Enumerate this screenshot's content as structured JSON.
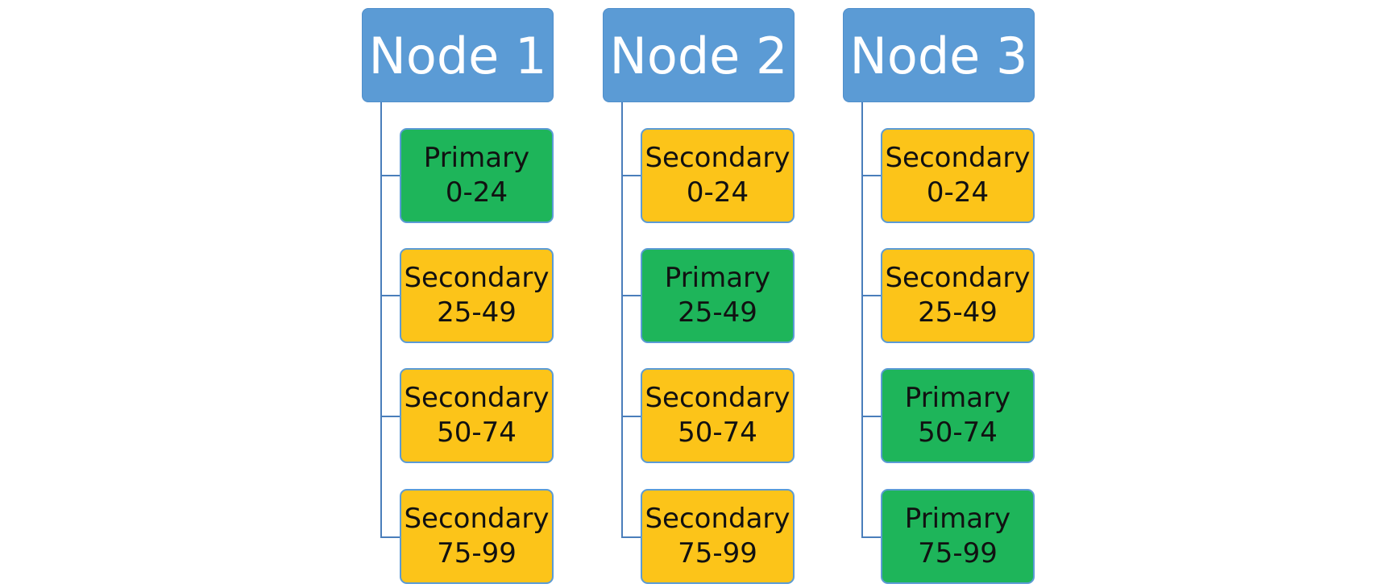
{
  "colors": {
    "header": "#5b9bd5",
    "primary": "#1eb55a",
    "secondary": "#fcc419",
    "connector": "#4a7ebb"
  },
  "nodes": [
    {
      "label": "Node 1",
      "ranges": [
        {
          "role": "Primary",
          "range": "0-24"
        },
        {
          "role": "Secondary",
          "range": "25-49"
        },
        {
          "role": "Secondary",
          "range": "50-74"
        },
        {
          "role": "Secondary",
          "range": "75-99"
        }
      ]
    },
    {
      "label": "Node 2",
      "ranges": [
        {
          "role": "Secondary",
          "range": "0-24"
        },
        {
          "role": "Primary",
          "range": "25-49"
        },
        {
          "role": "Secondary",
          "range": "50-74"
        },
        {
          "role": "Secondary",
          "range": "75-99"
        }
      ]
    },
    {
      "label": "Node 3",
      "ranges": [
        {
          "role": "Secondary",
          "range": "0-24"
        },
        {
          "role": "Secondary",
          "range": "25-49"
        },
        {
          "role": "Primary",
          "range": "50-74"
        },
        {
          "role": "Primary",
          "range": "75-99"
        }
      ]
    }
  ]
}
